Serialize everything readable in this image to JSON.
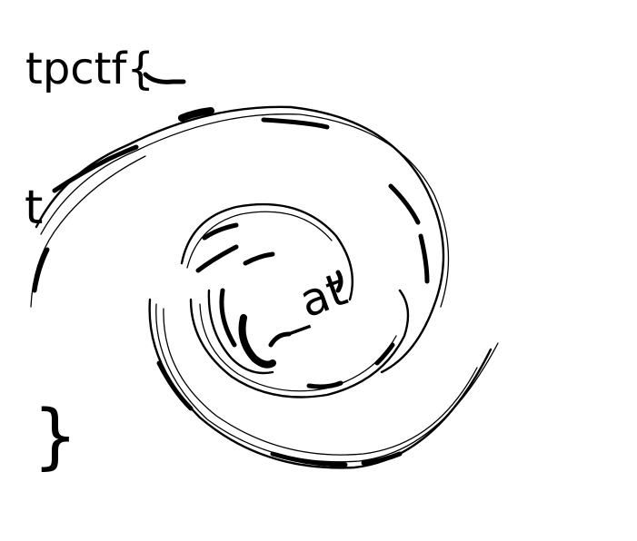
{
  "image": {
    "background": "#ffffff",
    "ink_color": "#000000"
  },
  "flag": {
    "prefix": "tpctf{",
    "visible_fragment_t": "t",
    "visible_fragment_center": "_at",
    "closing_brace": "}"
  }
}
